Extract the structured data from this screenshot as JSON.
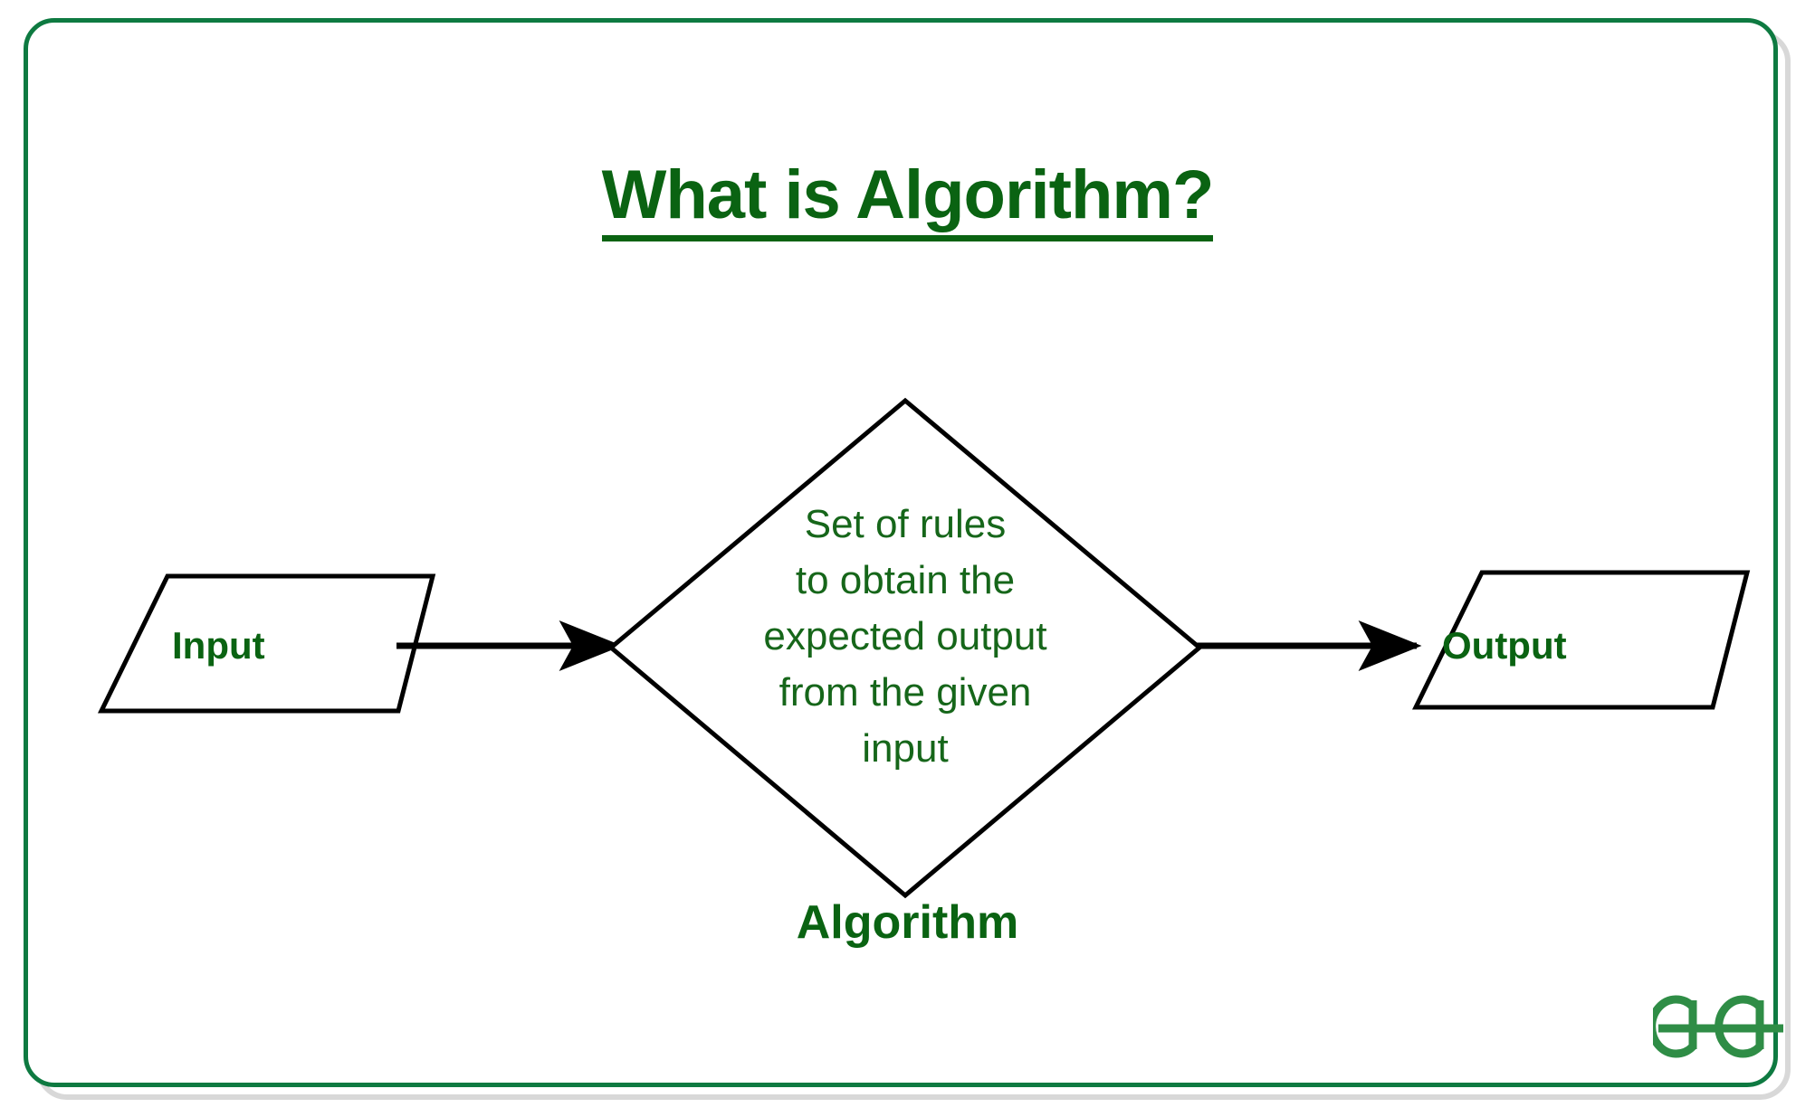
{
  "page": {
    "title": "What is Algorithm?",
    "background_color": "#ffffff",
    "frame_color": "#0e7a41",
    "frame_shadow_color": "#d8d8d8"
  },
  "colors": {
    "heading_green": "#0a6312",
    "body_green": "#16661a",
    "stroke_black": "#000000",
    "logo_green": "#2f8d46"
  },
  "diagram": {
    "type": "flowchart",
    "orientation": "left-to-right",
    "nodes": [
      {
        "id": "input",
        "label": "Input",
        "shape": "parallelogram",
        "role": "io"
      },
      {
        "id": "algorithm",
        "label": "Set of rules to obtain the expected output from the given input",
        "lines": [
          "Set of rules",
          "to obtain the",
          "expected output",
          "from the given",
          "input"
        ],
        "caption": "Algorithm",
        "shape": "diamond",
        "role": "process"
      },
      {
        "id": "output",
        "label": "Output",
        "shape": "parallelogram",
        "role": "io"
      }
    ],
    "edges": [
      {
        "from": "input",
        "to": "algorithm",
        "arrow": "to"
      },
      {
        "from": "algorithm",
        "to": "output",
        "arrow": "to"
      }
    ]
  },
  "branding": {
    "logo_name": "geeksforgeeks-logo",
    "logo_text": "ӘG"
  }
}
